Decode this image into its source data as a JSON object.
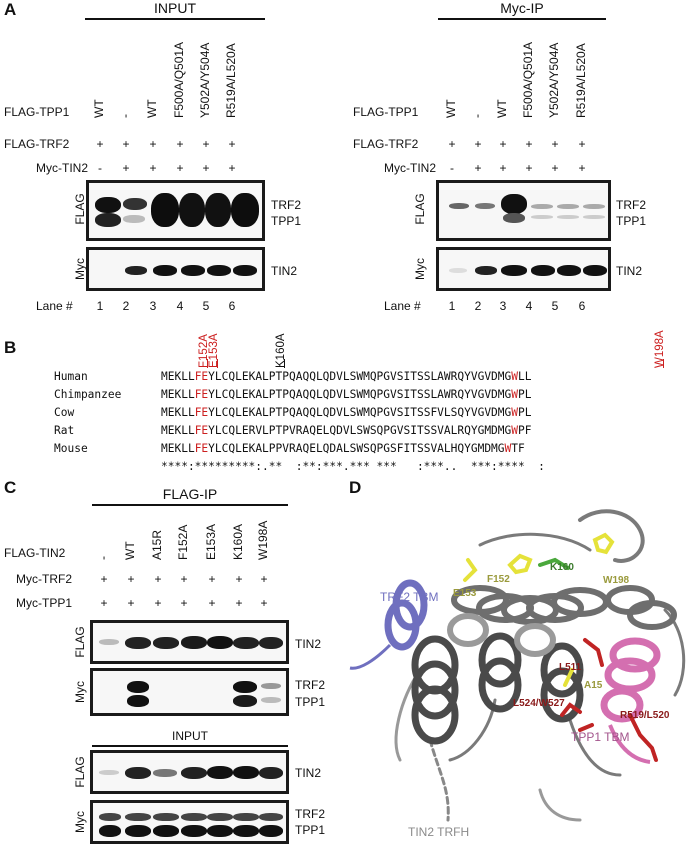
{
  "panelA": {
    "letter": "A",
    "left": {
      "header": "INPUT",
      "tpp1_label": "FLAG-TPP1",
      "trf2_label": "FLAG-TRF2",
      "tin2_label": "Myc-TIN2",
      "tpp1_lanes": [
        "WT",
        "-",
        "WT",
        "F500A/Q501A",
        "Y502A/Y504A",
        "R519A/L520A"
      ],
      "trf2_row": [
        "+",
        "+",
        "+",
        "+",
        "+",
        "+"
      ],
      "tin2_row": [
        "-",
        "+",
        "+",
        "+",
        "+",
        "+"
      ],
      "blot1_side": "FLAG",
      "blot1_bands": [
        "TRF2",
        "TPP1"
      ],
      "blot2_side": "Myc",
      "blot2_band": "TIN2",
      "lane_label": "Lane #",
      "lanes": [
        "1",
        "2",
        "3",
        "4",
        "5",
        "6"
      ]
    },
    "right": {
      "header": "Myc-IP",
      "tpp1_label": "FLAG-TPP1",
      "trf2_label": "FLAG-TRF2",
      "tin2_label": "Myc-TIN2",
      "tpp1_lanes": [
        "WT",
        "-",
        "WT",
        "F500A/Q501A",
        "Y502A/Y504A",
        "R519A/L520A"
      ],
      "trf2_row": [
        "+",
        "+",
        "+",
        "+",
        "+",
        "+"
      ],
      "tin2_row": [
        "-",
        "+",
        "+",
        "+",
        "+",
        "+"
      ],
      "blot1_side": "FLAG",
      "blot1_bands": [
        "TRF2",
        "TPP1"
      ],
      "blot2_side": "Myc",
      "blot2_band": "TIN2",
      "lane_label": "Lane #",
      "lanes": [
        "1",
        "2",
        "3",
        "4",
        "5",
        "6"
      ]
    }
  },
  "panelB": {
    "letter": "B",
    "mutations": [
      "F152A",
      "E153A",
      "K160A",
      "W198A"
    ],
    "species": [
      "Human",
      "Chimpanzee",
      "Cow",
      "Rat",
      "Mouse"
    ],
    "seq_pre": [
      "MEKLL",
      "MEKLL",
      "MEKLL",
      "MEKLL",
      "MEKLL"
    ],
    "seq_fe": [
      "FE",
      "FE",
      "FE",
      "FE",
      "FE"
    ],
    "seq_mid": [
      "YLCQLEKALPTPQAQQLQDVLSWMQPGVSITSSLAWRQYVGVDMG",
      "YLCQLEKALPTPQAQQLQDVLSWMQPGVSITSSLAWRQYVGVDMG",
      "YLCQLEKALPTPQAQQLQDVLSWMQPGVSITSSFVLSQYVGVDMG",
      "YLCQLERVLPTPVRAQELQDVLSWSQPGVSITSSVALRQYGMDMG",
      "YLCQLEKALPPVRAQELQDALSWSQPGSFITSSVALHQYGMDMG"
    ],
    "seq_w": [
      "W",
      "W",
      "W",
      "W",
      "W"
    ],
    "seq_post": [
      "LL",
      "PL",
      "PL",
      "PF",
      "TF"
    ],
    "consensus": "****:*********:.**  :**:***.*** ***   :***..  ***:****  :"
  },
  "panelC": {
    "letter": "C",
    "header": "FLAG-IP",
    "tin2_label": "FLAG-TIN2",
    "trf2_label": "Myc-TRF2",
    "tpp1_label": "Myc-TPP1",
    "tin2_lanes": [
      "-",
      "WT",
      "A15R",
      "F152A",
      "E153A",
      "K160A",
      "W198A"
    ],
    "trf2_row": [
      "+",
      "+",
      "+",
      "+",
      "+",
      "+",
      "+"
    ],
    "tpp1_row": [
      "+",
      "+",
      "+",
      "+",
      "+",
      "+",
      "+"
    ],
    "blot1_side": "FLAG",
    "blot1_band": "TIN2",
    "blot2_side": "Myc",
    "blot2_bands": [
      "TRF2",
      "TPP1"
    ],
    "input_header": "INPUT",
    "blot3_side": "FLAG",
    "blot3_band": "TIN2",
    "blot4_side": "Myc",
    "blot4_bands": [
      "TRF2",
      "TPP1"
    ]
  },
  "panelD": {
    "letter": "D",
    "labels": {
      "trf2_tbm": "TRF2 TBM",
      "tpp1_tbm": "TPP1 TBM",
      "tin2_trfh": "TIN2 TRFH",
      "e153": "E153",
      "f152": "F152",
      "k160": "K160",
      "w198": "W198",
      "l511": "L511",
      "a15": "A15",
      "l524": "L524/W527",
      "r519": "R519/L520"
    },
    "colors": {
      "trf2": "#6f6fbf",
      "tpp1": "#d46fb0",
      "tin2": "#6e6e6e",
      "yellow": "#e5e23a",
      "green": "#4aa83c",
      "red": "#c02424"
    }
  }
}
